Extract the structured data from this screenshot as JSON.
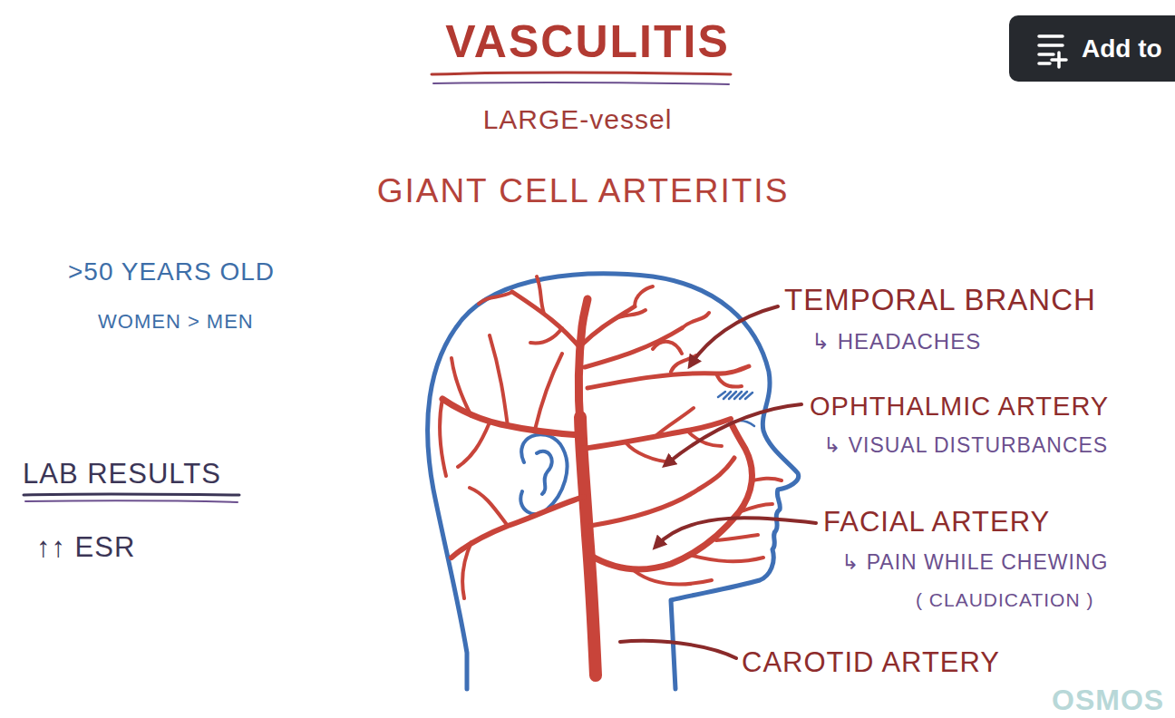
{
  "diagram": {
    "title": "VASCULITIS",
    "nodes": [
      {
        "text": [
          "Add to"
        ]
      }
    ],
    "labels": [
      "LARGE-vessel",
      "GIANT CELL ARTERITIS",
      ">50 YEARS OLD",
      "TEMPORAL BRANCH",
      "↳ HEADACHES",
      "WOMEN > MEN",
      "OPHTHALMIC ARTERY",
      "↳ VISUAL DISTURBANCES",
      "LAB RESULTS",
      "FACIAL ARTERY",
      "↑↑ ESR",
      "↳ PAIN WHILE CHEWING",
      "( CLAUDICATION )",
      "CAROTID ARTERY",
      "OSMOS"
    ]
  }
}
